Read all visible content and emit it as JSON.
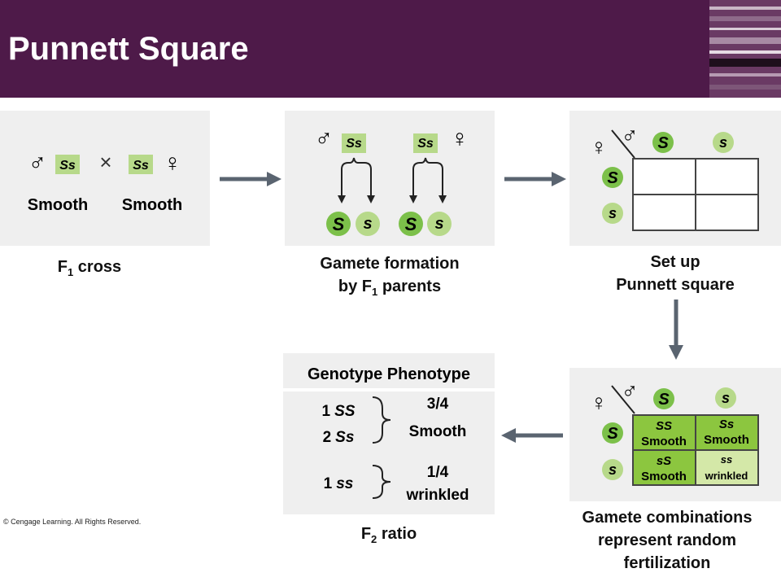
{
  "title": "Punnett Square",
  "colors": {
    "header": "#4e1a49",
    "panel": "#efefef",
    "genotype_box": "#b7d98a",
    "allele_circle": "#7cc04a",
    "cell_dark": "#8cc63f",
    "cell_light": "#d4e8a8",
    "arrow": "#5a6470"
  },
  "symbols": {
    "male": "♂",
    "female": "♀",
    "cross": "×"
  },
  "step1": {
    "male_genotype": "Ss",
    "female_genotype": "Ss",
    "male_phenotype": "Smooth",
    "female_phenotype": "Smooth",
    "caption": "F",
    "caption_sub": "1",
    "caption_rest": " cross"
  },
  "step2": {
    "male_genotype": "Ss",
    "female_genotype": "Ss",
    "gametes": [
      "S",
      "s",
      "S",
      "s"
    ],
    "caption_line1": "Gamete formation",
    "caption_line2_pre": "by F",
    "caption_line2_sub": "1",
    "caption_line2_post": " parents"
  },
  "step3": {
    "male_alleles": [
      "S",
      "s"
    ],
    "female_alleles": [
      "S",
      "s"
    ],
    "caption_line1": "Set up",
    "caption_line2": "Punnett square"
  },
  "step4": {
    "male_alleles": [
      "S",
      "s"
    ],
    "female_alleles": [
      "S",
      "s"
    ],
    "cells": [
      {
        "genotype": "SS",
        "phenotype": "Smooth"
      },
      {
        "genotype": "Ss",
        "phenotype": "Smooth"
      },
      {
        "genotype": "sS",
        "phenotype": "Smooth"
      },
      {
        "genotype": "ss",
        "phenotype": "wrinkled"
      }
    ],
    "caption_line1": "Gamete combinations",
    "caption_line2": "represent random",
    "caption_line3": "fertilization"
  },
  "ratio": {
    "header": "Genotype Phenotype",
    "rows": [
      {
        "count1": "1",
        "geno1": "SS",
        "count2": "2",
        "geno2": "Ss",
        "fraction": "3/4",
        "phenotype": "Smooth"
      },
      {
        "count1": "1",
        "geno1": "ss",
        "fraction": "1/4",
        "phenotype": "wrinkled"
      }
    ],
    "caption_pre": "F",
    "caption_sub": "2",
    "caption_post": " ratio"
  },
  "copyright": "© Cengage Learning. All Rights Reserved."
}
